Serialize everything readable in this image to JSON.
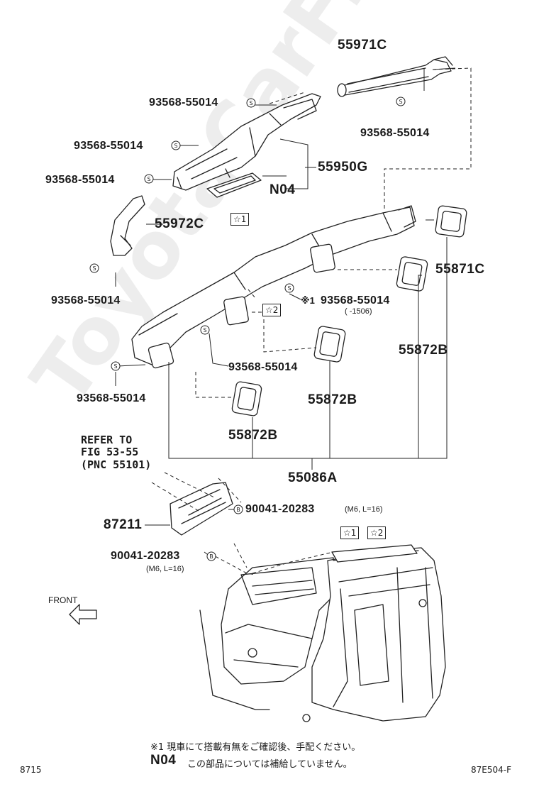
{
  "parts": {
    "p55971C": "55971C",
    "p93568_a": "93568-55014",
    "p93568_b": "93568-55014",
    "p93568_c": "93568-55014",
    "p93568_d": "93568-55014",
    "p93568_e": "93568-55014",
    "p93568_f": "93568-55014",
    "p93568_g": "93568-55014",
    "p93568_h": "93568-55014",
    "p55950G": "55950G",
    "pN04": "N04",
    "p55972C": "55972C",
    "p55871C": "55871C",
    "p55872B_a": "55872B",
    "p55872B_b": "55872B",
    "p55872B_c": "55872B",
    "p55086A": "55086A",
    "p87211": "87211",
    "p90041_a": "90041-20283",
    "p90041_b": "90041-20283"
  },
  "qualifiers": {
    "m6_a": "(M6, L=16)",
    "m6_b": "(M6, L=16)",
    "range": "(        -1506)",
    "note1_mark": "※1"
  },
  "markers": {
    "star1": "☆1",
    "star2": "☆2",
    "star1b": "☆1",
    "star2b": "☆2",
    "s": "S",
    "b": "B"
  },
  "refer": {
    "line1": "REFER TO",
    "line2": "FIG 53-55",
    "line3": "(PNC 55101)"
  },
  "front_label": "FRONT",
  "footnotes": {
    "note1": "※1 現車にて搭載有無をご確認後、手配ください。",
    "n04_code": "N04",
    "n04_text": "この部品については補給していません。"
  },
  "corner": {
    "left": "8715",
    "right": "87E504-F"
  },
  "watermark": "ToyotaCarFrame.ru"
}
